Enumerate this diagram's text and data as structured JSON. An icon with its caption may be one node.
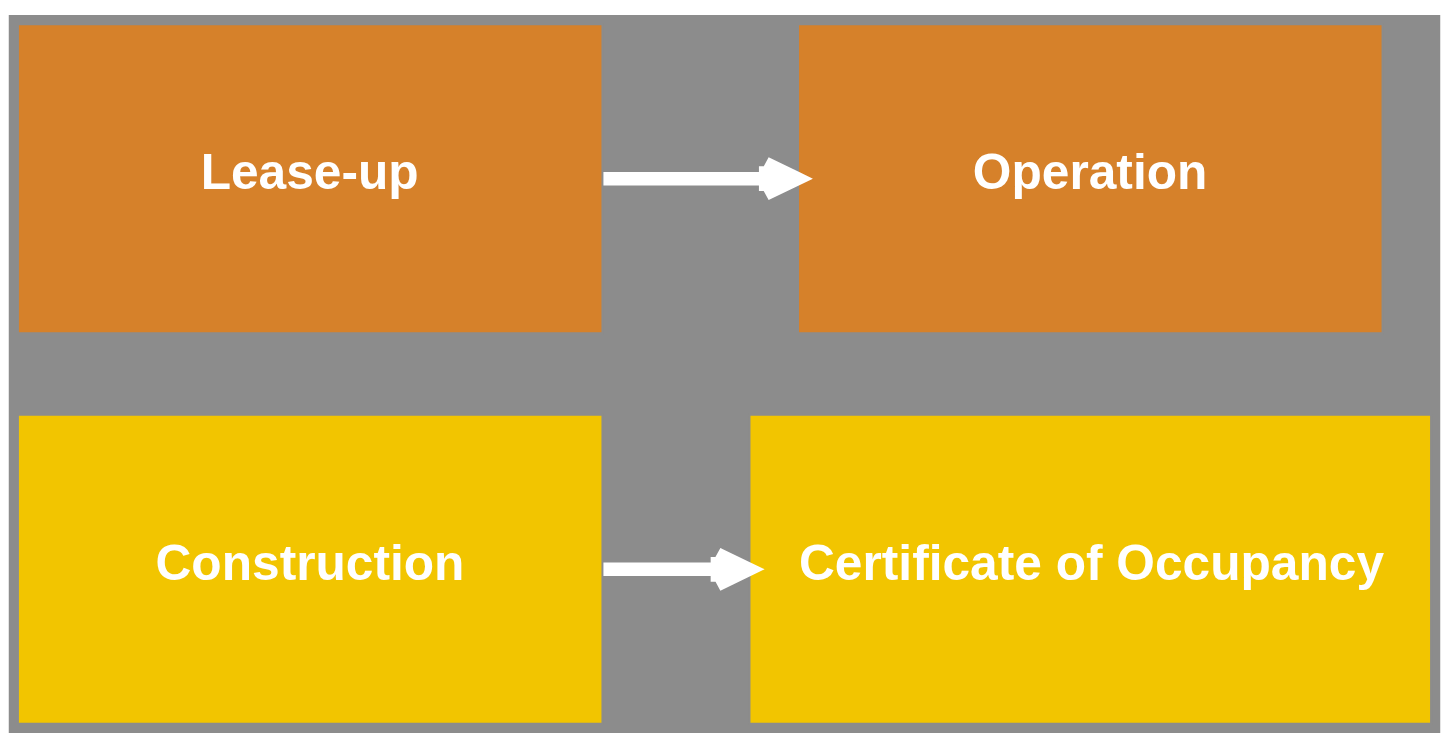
{
  "diagram": {
    "nodes": [
      {
        "text": [
          "Construction"
        ]
      },
      {
        "text": [
          "Certificate of Occupancy"
        ]
      },
      {
        "text": [
          "Lease-up"
        ]
      },
      {
        "text": [
          "Operation"
        ]
      }
    ],
    "edges": [
      {
        "from": 0,
        "to": 1,
        "arrow": "to"
      },
      {
        "from": 2,
        "to": 3,
        "arrow": "to"
      }
    ]
  }
}
